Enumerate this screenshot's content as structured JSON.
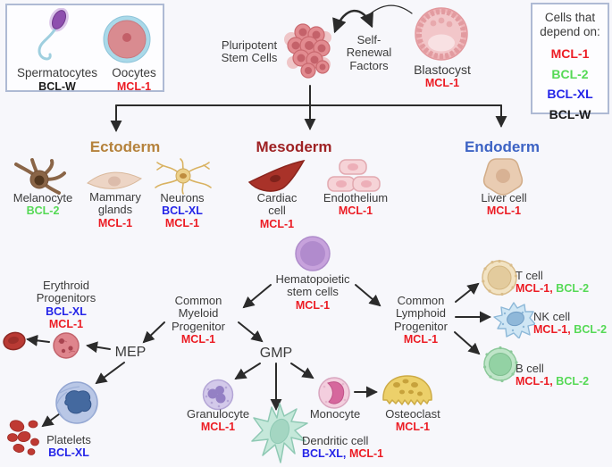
{
  "colors": {
    "mcl1_red": "#ec1c24",
    "bcl2_green": "#55d955",
    "bclxl_blue": "#2424e8",
    "bclw_black": "#1a1a1a",
    "ectoderm_brown": "#b5823c",
    "mesoderm_darkred": "#9e2123",
    "endoderm_blue": "#3d63c4",
    "background": "#f7f7fb",
    "box_border": "#aebad4",
    "arrow": "#2b2b2b"
  },
  "germline_box": {
    "spermatocytes_label": "Spermatocytes",
    "spermatocytes_dep": "BCL-W",
    "oocytes_label": "Oocytes",
    "oocytes_dep": "MCL-1"
  },
  "top": {
    "pluripotent_label": "Pluripotent Stem Cells",
    "self_renewal_label": "Self-Renewal Factors",
    "blastocyst_label": "Blastocyst",
    "blastocyst_dep": "MCL-1"
  },
  "legend": {
    "title": "Cells that depend on:",
    "items": [
      {
        "name": "MCL-1"
      },
      {
        "name": "BCL-2"
      },
      {
        "name": "BCL-XL"
      },
      {
        "name": "BCL-W"
      }
    ]
  },
  "germ_layers": {
    "ectoderm": "Ectoderm",
    "mesoderm": "Mesoderm",
    "endoderm": "Endoderm"
  },
  "cells": {
    "melanocyte": {
      "label": "Melanocyte",
      "deps": [
        "BCL-2"
      ]
    },
    "mammary": {
      "label": "Mammary glands",
      "deps": [
        "MCL-1"
      ]
    },
    "neurons": {
      "label": "Neurons",
      "deps": [
        "BCL-XL",
        "MCL-1"
      ]
    },
    "cardiac": {
      "label": "Cardiac cell",
      "deps": [
        "MCL-1"
      ]
    },
    "endothelium": {
      "label": "Endothelium",
      "deps": [
        "MCL-1"
      ]
    },
    "liver": {
      "label": "Liver cell",
      "deps": [
        "MCL-1"
      ]
    },
    "hsc": {
      "label": "Hematopoietic stem cells",
      "deps": [
        "MCL-1"
      ]
    },
    "erythroid": {
      "label": "Erythroid Progenitors",
      "deps": [
        "BCL-XL",
        "MCL-1"
      ]
    },
    "cmp": {
      "label": "Common Myeloid Progenitor",
      "deps": [
        "MCL-1"
      ]
    },
    "clp": {
      "label": "Common Lymphoid Progenitor",
      "deps": [
        "MCL-1"
      ]
    },
    "mep": {
      "label": "MEP"
    },
    "gmp": {
      "label": "GMP"
    },
    "platelets": {
      "label": "Platelets",
      "deps": [
        "BCL-XL"
      ]
    },
    "granulocyte": {
      "label": "Granulocyte",
      "deps": [
        "MCL-1"
      ]
    },
    "dendritic": {
      "label": "Dendritic cell",
      "deps": [
        "BCL-XL,",
        "MCL-1"
      ]
    },
    "monocyte": {
      "label": "Monocyte"
    },
    "osteoclast": {
      "label": "Osteoclast",
      "deps": [
        "MCL-1"
      ]
    },
    "tcell": {
      "label": "T cell",
      "deps": [
        "MCL-1,",
        "BCL-2"
      ]
    },
    "nkcell": {
      "label": "NK cell",
      "deps": [
        "MCL-1,",
        "BCL-2"
      ]
    },
    "bcell": {
      "label": "B cell",
      "deps": [
        "MCL-1,",
        "BCL-2"
      ]
    }
  }
}
